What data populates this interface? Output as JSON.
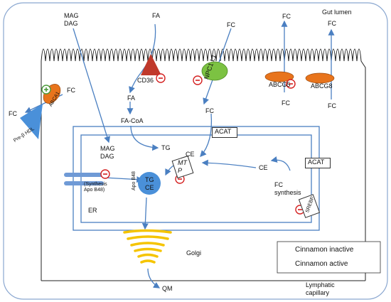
{
  "labels": {
    "mag_dag_top": "MAG\nDAG",
    "fa_top": "FA",
    "fc_top": "FC",
    "fc_gut": "FC",
    "gut_lumen": "Gut lumen",
    "fc_right_top": "FC",
    "cd36": "CD36",
    "npc1l1": "NPC1 L1",
    "abcg5": "ABCG5",
    "abcg8": "ABCG8",
    "fc_abcg5_bottom": "FC",
    "fc_abcg8_bottom": "FC",
    "abca1": "ABCA1",
    "fc_abca1_right": "FC",
    "fc_abca1_left": "FC",
    "pre_b_hdl": "Pre-β HDL",
    "fa_mid": "FA",
    "fa_coa": "FA-CoA",
    "fc_mid": "FC",
    "acat_top": "ACAT",
    "mag_dag_er": "MAG\nDAG",
    "tg_er": "TG",
    "ce_er": "CE",
    "mtp": "MT\nP",
    "ce_right": "CE",
    "acat_right": "ACAT",
    "apob48": "Apo B48",
    "synthesis_apob48": "(Synthesis\nApo B48)",
    "tg_ce_particle": "TG\nCE",
    "fc_synthesis": "FC\nsynthesis",
    "srebp": "SREBP",
    "er": "ER",
    "golgi": "Golgi",
    "qm": "QM",
    "lymphatic": "Lymphatic\ncapillary"
  },
  "legend": {
    "inactive": "Cinnamon inactive",
    "active": "Cinnamon active"
  },
  "colors": {
    "arrow": "#4a7fc1",
    "inhibit": "#d42020",
    "active": "#4a9a3a",
    "cd36": "#c0392b",
    "npc1l1": "#7cc242",
    "transporter": "#e8741c",
    "golgi": "#f5d100"
  }
}
